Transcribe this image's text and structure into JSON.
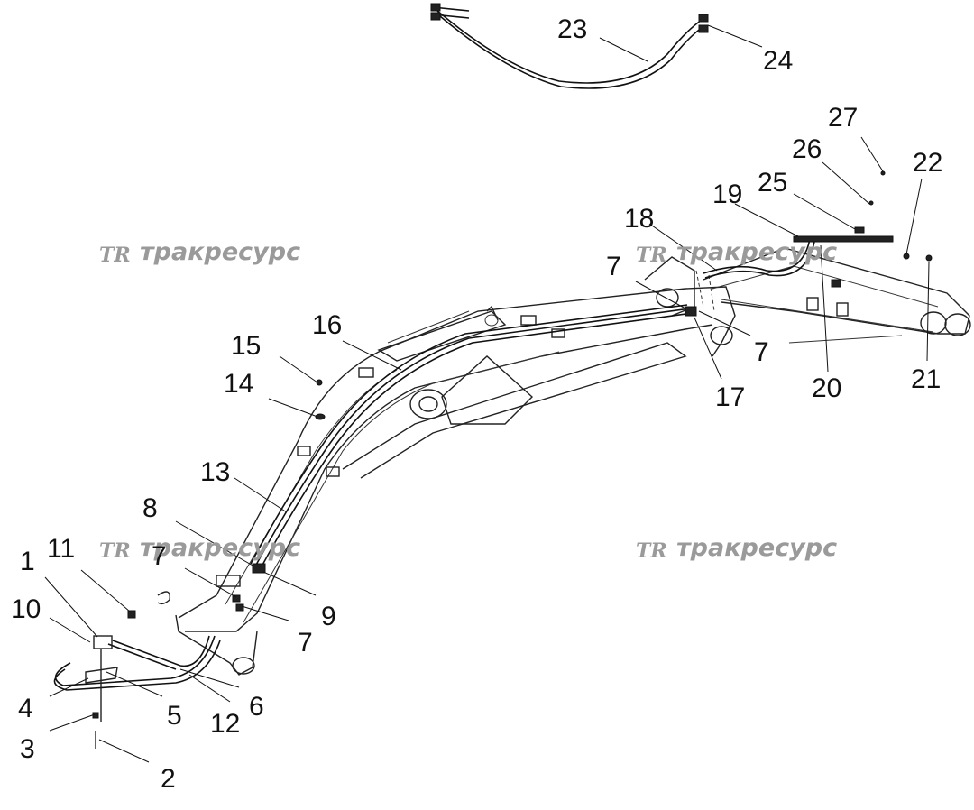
{
  "watermark": {
    "logo": "TR",
    "text": "тракресурс"
  },
  "callouts": [
    "1",
    "2",
    "3",
    "4",
    "5",
    "6",
    "7",
    "8",
    "9",
    "10",
    "11",
    "12",
    "13",
    "14",
    "15",
    "16",
    "17",
    "18",
    "19",
    "20",
    "21",
    "22",
    "23",
    "24",
    "25",
    "26",
    "27"
  ]
}
